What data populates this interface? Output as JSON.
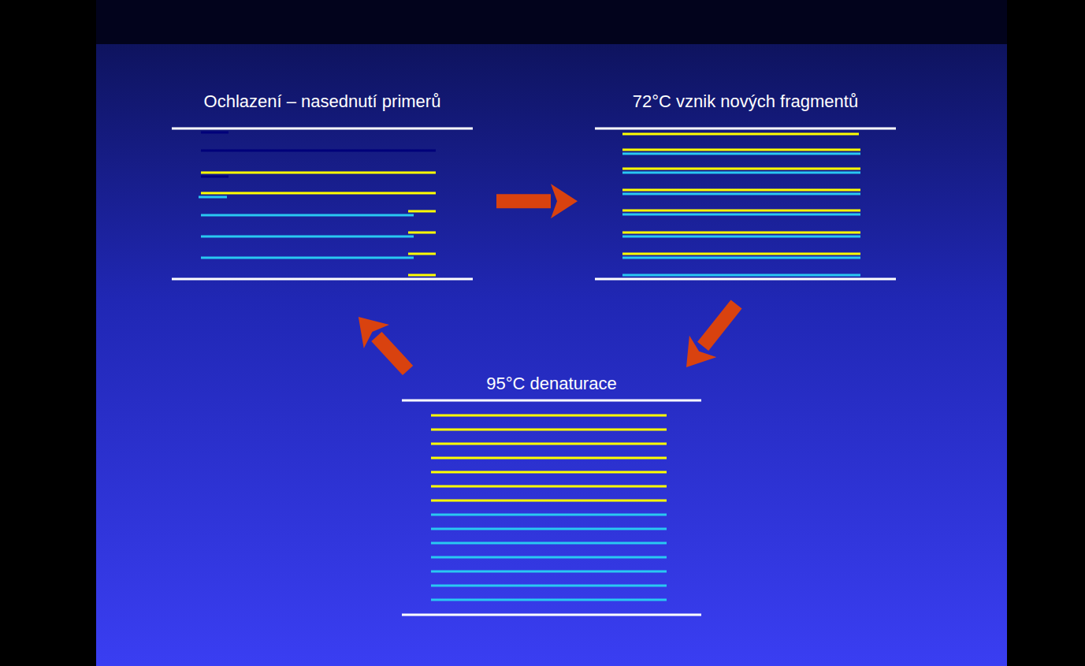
{
  "diagram": {
    "nodes": [
      {
        "text": [
          "Ochlazení – nasednutí primerů"
        ]
      },
      {
        "text": [
          "72°C vznik nových fragmentů"
        ]
      },
      {
        "text": [
          "95°C denaturace"
        ]
      }
    ],
    "edges": [
      {
        "from": 0,
        "to": 1,
        "arrow": "to"
      },
      {
        "from": 1,
        "to": 2,
        "arrow": "to"
      },
      {
        "from": 2,
        "to": 0,
        "arrow": "to"
      }
    ]
  }
}
